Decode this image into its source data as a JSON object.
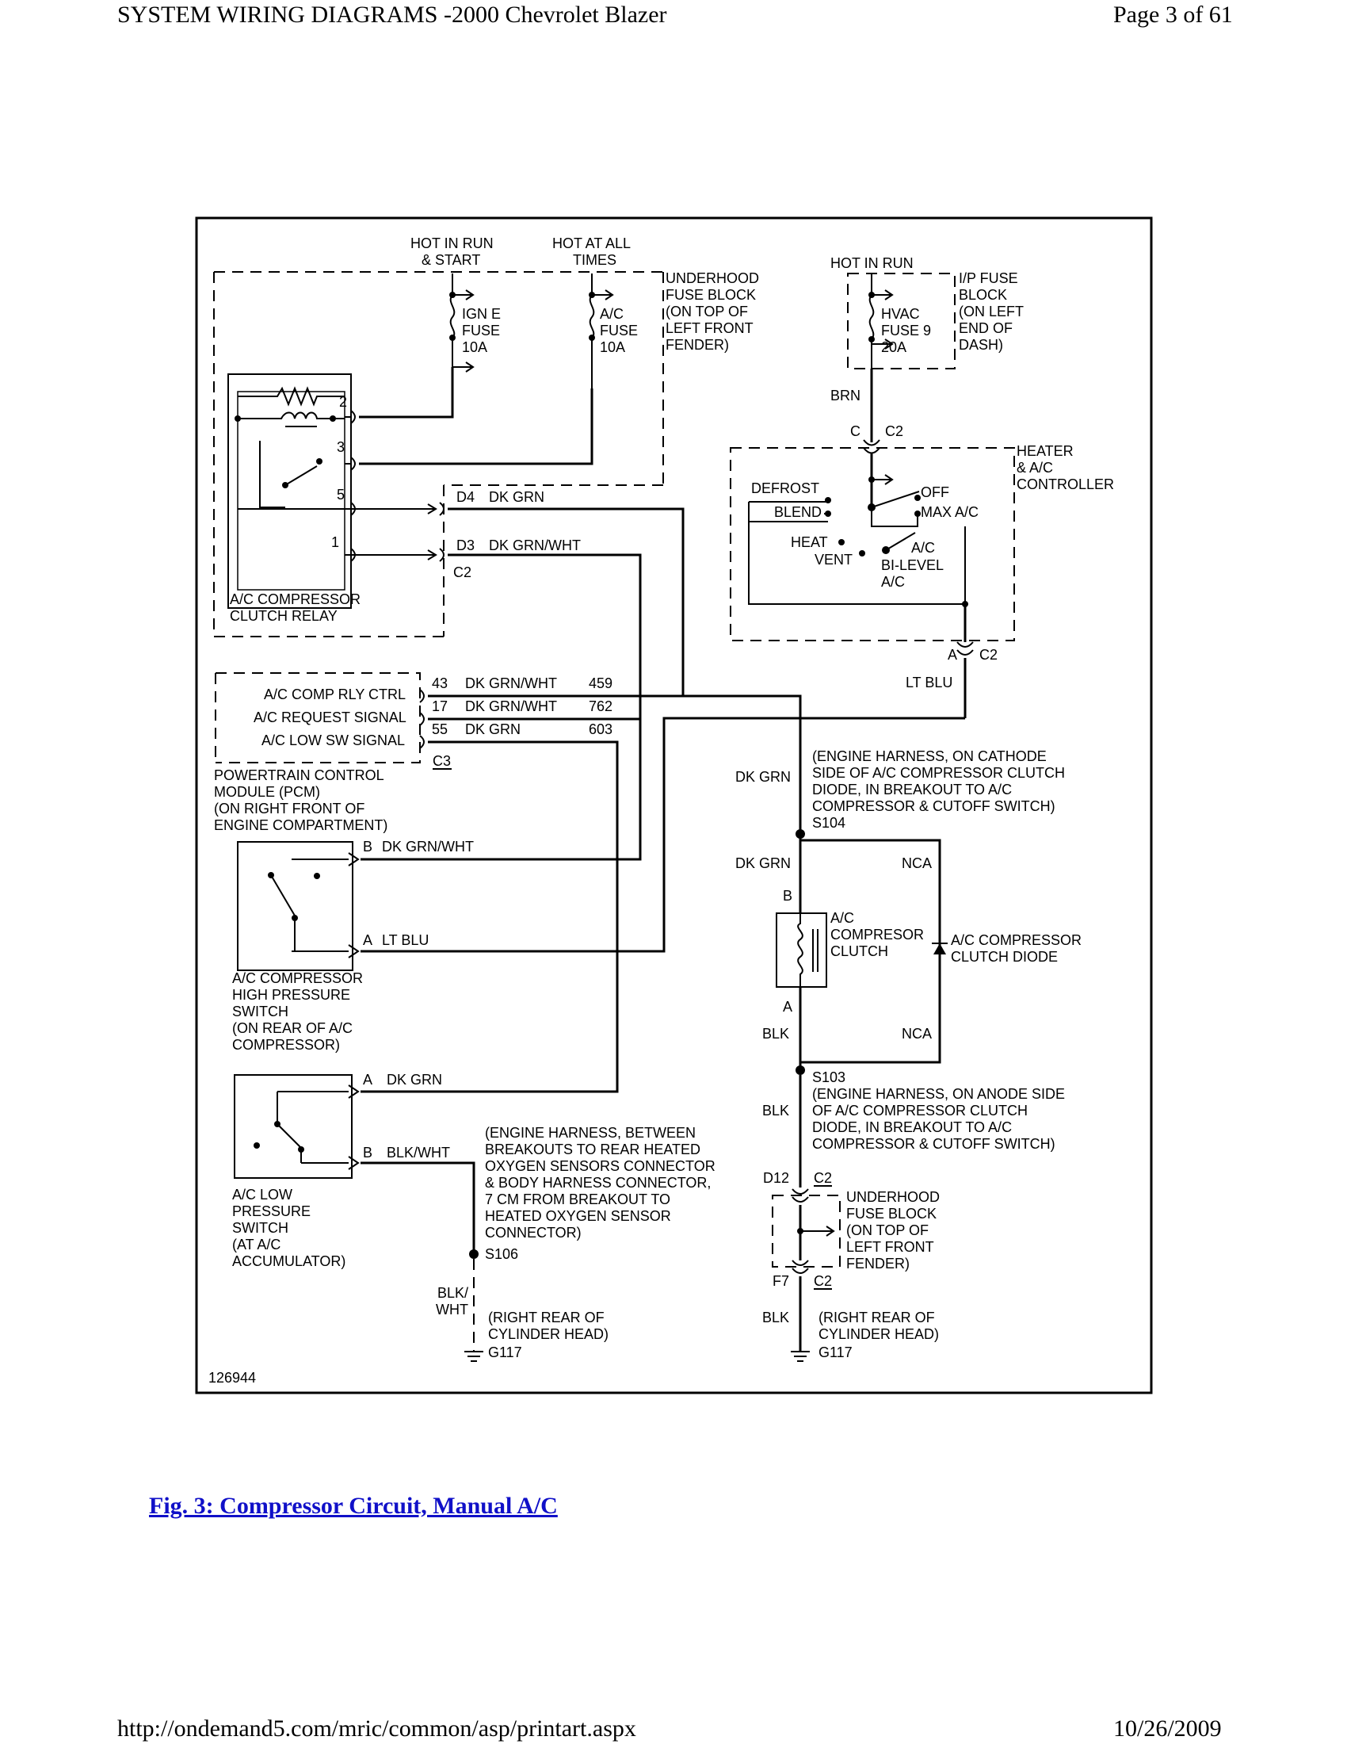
{
  "header": {
    "title": "SYSTEM WIRING DIAGRAMS -2000 Chevrolet Blazer",
    "page": "Page 3 of 61"
  },
  "footer": {
    "url": "http://ondemand5.com/mric/common/asp/printart.aspx",
    "date": "10/26/2009"
  },
  "caption": "Fig. 3: Compressor Circuit, Manual A/C",
  "diagram": {
    "figure_number": "126944",
    "power": {
      "hot_run_start": [
        "HOT IN RUN",
        "& START"
      ],
      "hot_all_times": [
        "HOT AT ALL",
        "TIMES"
      ],
      "hot_in_run": "HOT IN RUN"
    },
    "underhood_fuse_block_top": [
      "UNDERHOOD",
      "FUSE BLOCK",
      "(ON TOP OF",
      "LEFT FRONT",
      "FENDER)"
    ],
    "ign_fuse": [
      "IGN E",
      "FUSE",
      "10A"
    ],
    "ac_fuse": [
      "A/C",
      "FUSE",
      "10A"
    ],
    "ip_fuse_block": [
      "I/P FUSE",
      "BLOCK",
      "(ON LEFT",
      "END OF",
      "DASH)"
    ],
    "hvac_fuse": [
      "HVAC",
      "FUSE 9",
      "20A"
    ],
    "brn": "BRN",
    "controller": {
      "pin_c": "C",
      "conn_c2": "C2",
      "label": [
        "HEATER",
        "& A/C",
        "CONTROLLER"
      ],
      "defrost": "DEFROST",
      "blend": "BLEND",
      "heat": "HEAT",
      "vent": "VENT",
      "off": "OFF",
      "max_ac": "MAX A/C",
      "ac_pos": "A/C",
      "bi_level_ac": [
        "BI-LEVEL",
        "A/C"
      ],
      "pin_a": "A",
      "conn_c2_bottom": "C2",
      "lt_blu": "LT BLU"
    },
    "relay": {
      "label": [
        "A/C COMPRESSOR",
        "CLUTCH RELAY"
      ],
      "pins": [
        "2",
        "3",
        "5",
        "1"
      ],
      "d4": "D4",
      "d4_wire": "DK GRN",
      "d3": "D3",
      "d3_wire": "DK GRN/WHT",
      "c2": "C2"
    },
    "pcm": {
      "signals": [
        "A/C COMP RLY CTRL",
        "A/C REQUEST SIGNAL",
        "A/C LOW SW SIGNAL"
      ],
      "pins": [
        "43",
        "17",
        "55"
      ],
      "wires": [
        "DK GRN/WHT",
        "DK GRN/WHT",
        "DK GRN"
      ],
      "circuits": [
        "459",
        "762",
        "603"
      ],
      "connector": "C3",
      "label": [
        "POWERTRAIN CONTROL",
        "MODULE (PCM)",
        "(ON RIGHT FRONT OF",
        "ENGINE COMPARTMENT)"
      ]
    },
    "high_pressure_switch": {
      "pin_b": "B",
      "wire_b": "DK GRN/WHT",
      "pin_a": "A",
      "wire_a": "LT BLU",
      "label": [
        "A/C COMPRESSOR",
        "HIGH PRESSURE",
        "SWITCH",
        "(ON REAR OF A/C",
        "COMPRESSOR)"
      ]
    },
    "low_pressure_switch": {
      "pin_a": "A",
      "wire_a": "DK GRN",
      "pin_b": "B",
      "wire_b": "BLK/WHT",
      "label": [
        "A/C LOW",
        "PRESSURE",
        "SWITCH",
        "(AT A/C",
        "ACCUMULATOR)"
      ]
    },
    "s106_note": [
      "(ENGINE HARNESS, BETWEEN",
      "BREAKOUTS TO REAR HEATED",
      "OXYGEN SENSORS CONNECTOR",
      "& BODY HARNESS CONNECTOR,",
      "7 CM FROM BREAKOUT TO",
      "HEATED OXYGEN SENSOR",
      "CONNECTOR)"
    ],
    "s106": "S106",
    "blk_wht": [
      "BLK/",
      "WHT"
    ],
    "ground_note": [
      "(RIGHT REAR OF",
      "CYLINDER HEAD)"
    ],
    "g117": "G117",
    "dk_grn": "DK GRN",
    "s104_note": [
      "(ENGINE HARNESS, ON CATHODE",
      "SIDE OF A/C COMPRESSOR CLUTCH",
      "DIODE, IN BREAKOUT TO A/C",
      "COMPRESSOR & CUTOFF SWITCH)"
    ],
    "s104": "S104",
    "nca": "NCA",
    "clutch": {
      "pin_b": "B",
      "pin_a": "A",
      "label": [
        "A/C",
        "COMPRESOR",
        "CLUTCH"
      ]
    },
    "diode_label": [
      "A/C COMPRESSOR",
      "CLUTCH DIODE"
    ],
    "blk": "BLK",
    "s103": "S103",
    "s103_note": [
      "(ENGINE HARNESS, ON ANODE SIDE",
      "OF A/C COMPRESSOR CLUTCH",
      "DIODE, IN BREAKOUT TO A/C",
      "COMPRESSOR & CUTOFF SWITCH)"
    ],
    "d12": "D12",
    "f7": "F7",
    "conn_c2": "C2",
    "underhood_fuse_block_bottom": [
      "UNDERHOOD",
      "FUSE BLOCK",
      "(ON TOP OF",
      "LEFT FRONT",
      "FENDER)"
    ]
  }
}
